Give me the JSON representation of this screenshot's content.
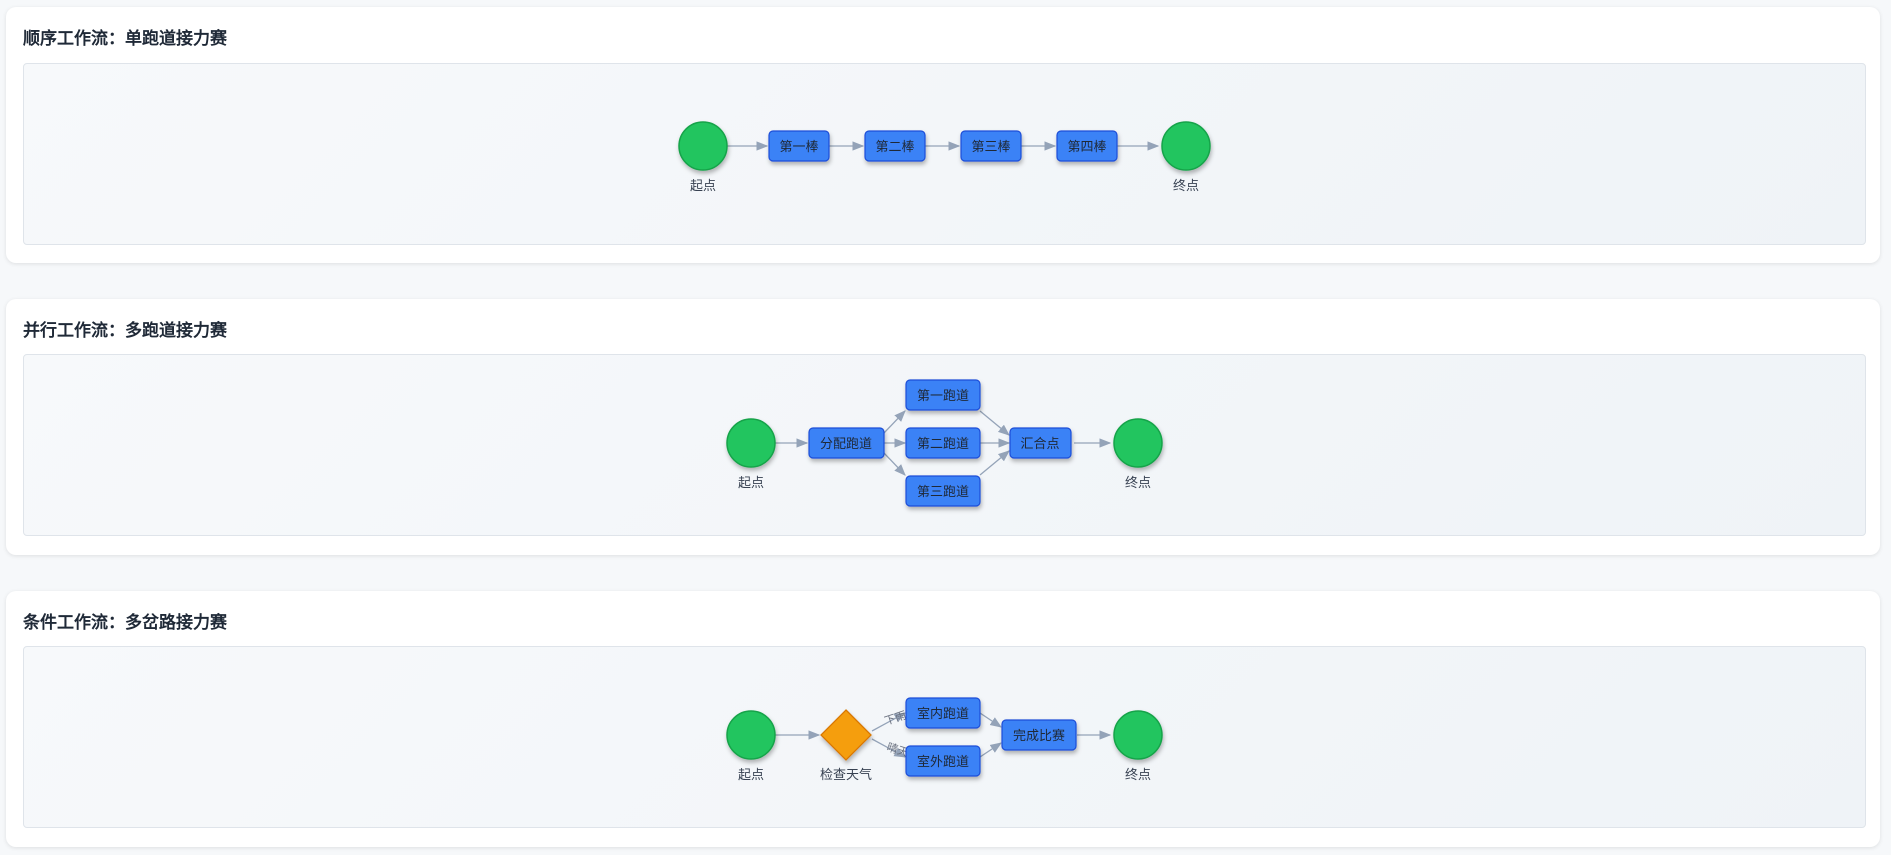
{
  "sections": [
    {
      "title": "顺序工作流：单跑道接力赛",
      "nodes": {
        "start": "起点",
        "leg1": "第一棒",
        "leg2": "第二棒",
        "leg3": "第三棒",
        "leg4": "第四棒",
        "end": "终点"
      }
    },
    {
      "title": "并行工作流：多跑道接力赛",
      "nodes": {
        "start": "起点",
        "assign": "分配跑道",
        "lane1": "第一跑道",
        "lane2": "第二跑道",
        "lane3": "第三跑道",
        "merge": "汇合点",
        "end": "终点"
      }
    },
    {
      "title": "条件工作流：多岔路接力赛",
      "nodes": {
        "start": "起点",
        "check": "检查天气",
        "indoor": "室内跑道",
        "outdoor": "室外跑道",
        "finish": "完成比赛",
        "end": "终点"
      },
      "edge_labels": {
        "rain": "下雨",
        "sunny": "晴天"
      }
    }
  ],
  "colors": {
    "start_end_fill": "#22c55e",
    "task_fill": "#3b82f6",
    "decision_fill": "#f59e0b",
    "edge": "#94a3b8"
  },
  "icons": {
    "start": "circle",
    "end": "circle",
    "task": "rounded-rectangle",
    "decision": "diamond"
  }
}
